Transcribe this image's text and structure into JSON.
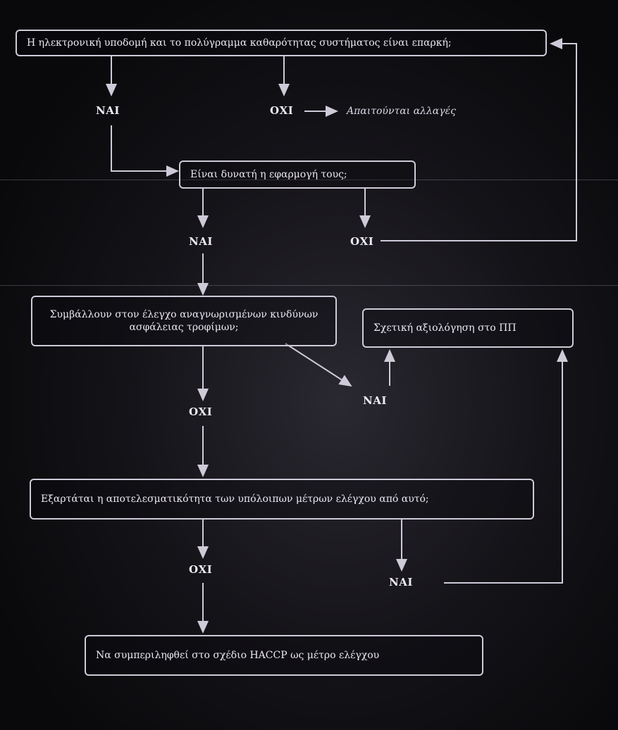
{
  "nodes": {
    "q1": "Η ηλεκτρονική υποδομή και το πολύγραμμα καθαρότητας συστήματος είναι επαρκή;",
    "q2": "Είναι δυνατή η εφαρμογή τους;",
    "box3": "Συμβάλλουν στον έλεγχο αναγνωρισμένων κινδύνων ασφάλειας τροφίμων;",
    "box4": "Σχετική αξιολόγηση στο ΠΠ",
    "box5": "Εξαρτάται η αποτελεσματικότητα των υπόλοιπων μέτρων ελέγχου από αυτό;",
    "box6": "Να συμπεριληφθεί στο σχέδιο HACCP ως μέτρο ελέγχου",
    "other_changes": "Απαιτούνται αλλαγές"
  },
  "labels": {
    "yes1": "ΝΑΙ",
    "no1": "ΟΧΙ",
    "yes2": "ΝΑΙ",
    "no2": "ΟΧΙ",
    "no3": "ΟΧΙ",
    "yes3": "ΝΑΙ",
    "no4": "ΟΧΙ",
    "yes4": "ΝΑΙ"
  },
  "colors": {
    "line": "#cfcad8",
    "text": "#ece8f2",
    "background": "#0b0b0d"
  }
}
